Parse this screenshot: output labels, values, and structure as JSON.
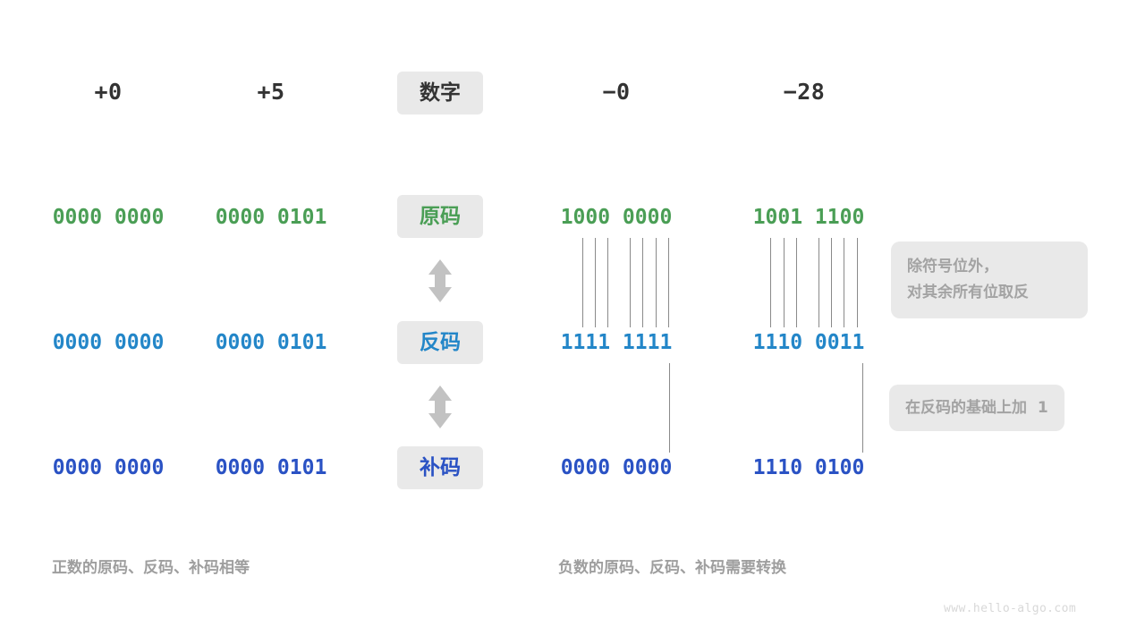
{
  "diagram": {
    "title_row": {
      "label_pill": "数字",
      "columns": [
        {
          "name": "plus-zero",
          "value": "+0"
        },
        {
          "name": "plus-five",
          "value": "+5"
        },
        {
          "name": "minus-zero",
          "value": "−0"
        },
        {
          "name": "minus-28",
          "value": "−28"
        }
      ]
    },
    "rows": [
      {
        "key": "sign-magnitude",
        "pill": "原码",
        "color": "#4a9e55",
        "cells": {
          "plus_zero": "0000 0000",
          "plus_five": "0000 0101",
          "minus_zero": "1000 0000",
          "minus_28": "1001 1100"
        }
      },
      {
        "key": "ones-complement",
        "pill": "反码",
        "color": "#2386c8",
        "cells": {
          "plus_zero": "0000 0000",
          "plus_five": "0000 0101",
          "minus_zero": "1111 1111",
          "minus_28": "1110 0011"
        }
      },
      {
        "key": "twos-complement",
        "pill": "补码",
        "color": "#2a52c4",
        "cells": {
          "plus_zero": "0000 0000",
          "plus_five": "0000 0101",
          "minus_zero": "0000 0000",
          "minus_28": "1110 0100"
        }
      }
    ],
    "notes": {
      "invert_bits": "除符号位外，\n对其余所有位取反",
      "add_one": "在反码的基础上加  1"
    },
    "captions": {
      "positive": "正数的原码、反码、补码相等",
      "negative": "负数的原码、反码、补码需要转换"
    },
    "watermark": "www.hello-algo.com",
    "colors": {
      "green": "#4a9e55",
      "blue": "#2386c8",
      "indigo": "#2a52c4",
      "pill_bg": "#e9e9e9",
      "note_text": "#a3a3a3",
      "caption": "#9e9e9e",
      "line": "#8a8a8a",
      "arrow": "#c2c2c2",
      "header_text": "#333333"
    }
  }
}
